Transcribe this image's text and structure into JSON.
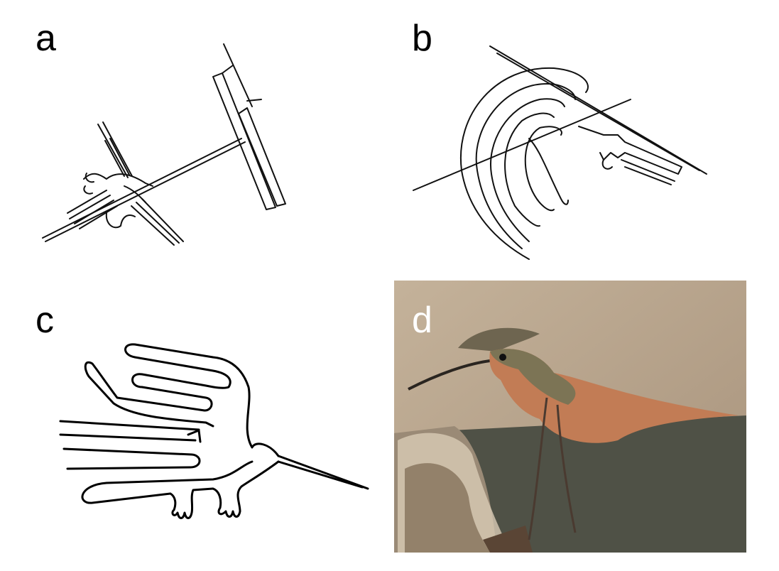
{
  "panels": {
    "a": {
      "label": "a"
    },
    "b": {
      "label": "b"
    },
    "c": {
      "label": "c"
    },
    "d": {
      "label": "d"
    }
  },
  "colors": {
    "wall": "#b9a690",
    "table": "#4f5146",
    "bird_breast": "#c27c55",
    "bird_back": "#7c7455"
  }
}
